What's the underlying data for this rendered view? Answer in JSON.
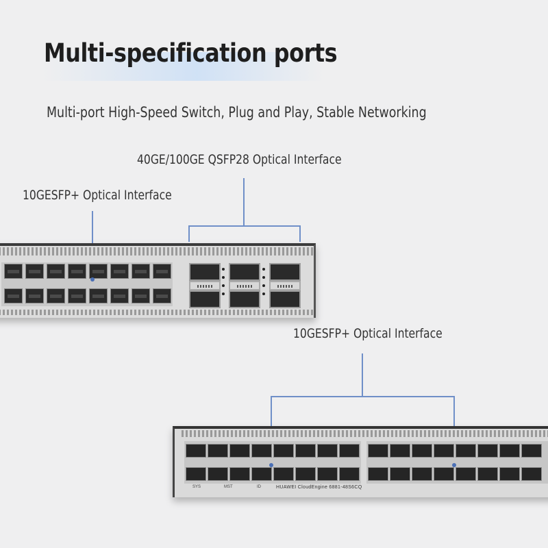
{
  "heading": {
    "title": "Multi-specification ports",
    "subtitle": "Multi-port High-Speed Switch, Plug and Play, Stable Networking"
  },
  "callouts": {
    "qsfp": "40GE/100GE QSFP28 Optical Interface",
    "sfp_left": "10GESFP+ Optical Interface",
    "sfp_bottom": "10GESFP+ Optical Interface"
  },
  "switch_bottom": {
    "brand_label": "HUAWEI  CloudEngine 6881-48S6CQ",
    "status_labels": [
      "SYS",
      "MST",
      "ID"
    ]
  },
  "colors": {
    "accent_line": "#6f8fc8",
    "title_highlight": "#cde0f6"
  }
}
